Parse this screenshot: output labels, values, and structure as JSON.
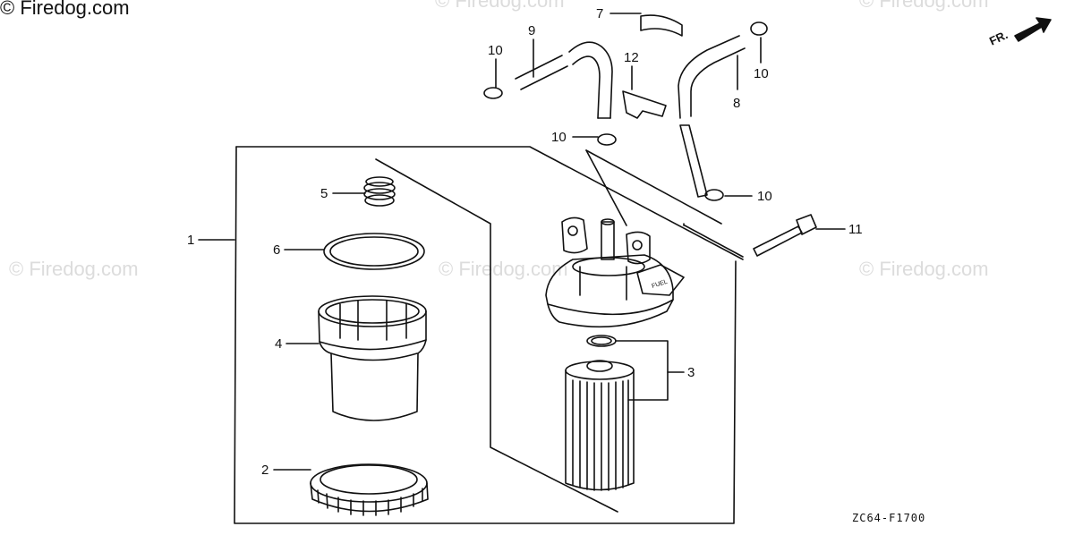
{
  "watermark": {
    "main": "© Firedog.com",
    "repeat": "© Firedog.com"
  },
  "diagram_code": "ZC64-F1700",
  "direction_label": "FR.",
  "callouts": {
    "c1": "1",
    "c2": "2",
    "c3": "3",
    "c4": "4",
    "c5": "5",
    "c6": "6",
    "c7": "7",
    "c8": "8",
    "c9": "9",
    "c10a": "10",
    "c10b": "10",
    "c10c": "10",
    "c10d": "10",
    "c11": "11",
    "c12": "12"
  },
  "fuel_tab_text": "FUEL"
}
